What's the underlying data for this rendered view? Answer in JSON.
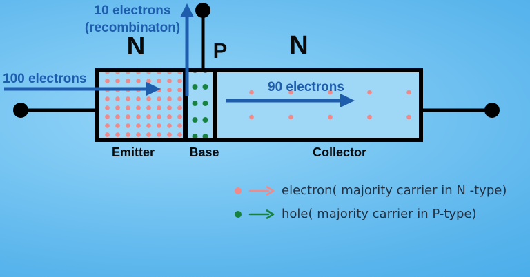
{
  "colors": {
    "background_light": "#97d7f9",
    "background_dark": "#3aa6e8",
    "region_fill": "#9fd7f6",
    "outline_black": "#000000",
    "flow_arrow_blue": "#1d5dac",
    "electron_pink": "#f08a8a",
    "hole_green": "#17823f",
    "legend_text": "#223041"
  },
  "diagram": {
    "recombination_line1": "10 electrons",
    "recombination_line2": "(recombinaton)",
    "region_labels": {
      "left": "N",
      "middle": "P",
      "right": "N"
    },
    "input_flow": "100 electrons",
    "output_flow": "90 electrons",
    "terminal_labels": {
      "emitter": "Emitter",
      "base": "Base",
      "collector": "Collector"
    }
  },
  "legend": {
    "items": [
      {
        "symbol": "electron-dot",
        "color": "#f08a8a",
        "label": "electron( majority carrier in N -type)"
      },
      {
        "symbol": "hole-dot",
        "color": "#17823f",
        "label": "hole( majority carrier in P-type)"
      }
    ]
  }
}
